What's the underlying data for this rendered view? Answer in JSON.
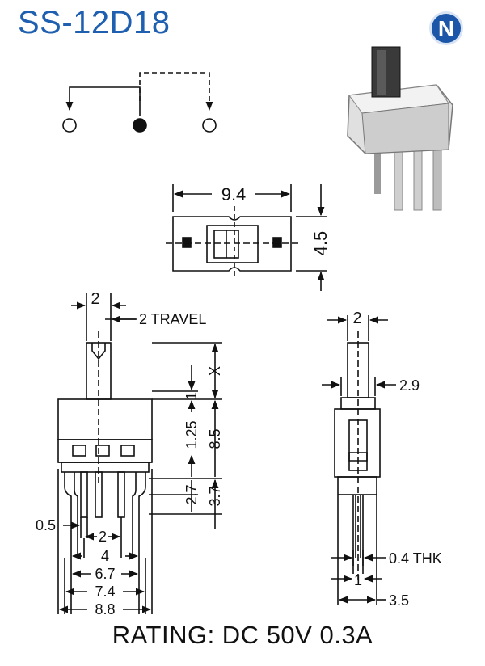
{
  "header": {
    "model": "SS-12D18",
    "logo_letter": "N"
  },
  "dimensions": {
    "top_width": "9.4",
    "top_height": "4.5",
    "actuator_width": "2",
    "travel": "2 TRAVEL",
    "actuator_height": "X",
    "small_gap": "1",
    "pin_pitch_vertical": "1.25",
    "body_height": "8.5",
    "pin_dim_a": "2.7",
    "pin_dim_b": "3.7",
    "pin_width": "0.5",
    "pin_pitch": "2",
    "outer_pins_a": "4",
    "outer_pins_b": "6.7",
    "outer_pins_c": "7.4",
    "overall_width": "8.8",
    "side_actuator_width": "2",
    "side_body_width": "2.9",
    "thickness": "0.4 THK",
    "side_pin": "1",
    "side_width": "3.5"
  },
  "footer": {
    "rating": "RATING: DC 50V 0.3A"
  },
  "colors": {
    "title": "#1f5fb0",
    "logo": "#1b56a8",
    "ink": "#111111"
  }
}
